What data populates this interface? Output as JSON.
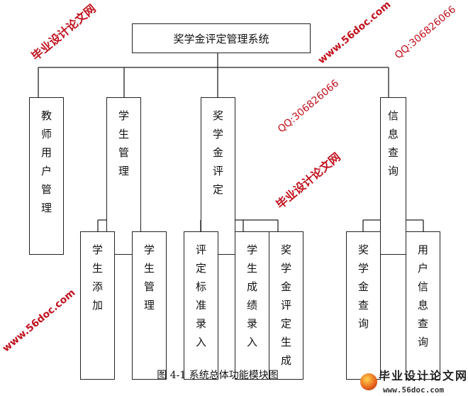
{
  "root": "奖学金评定管理系统",
  "modules": [
    {
      "label": "教师用户管理",
      "children": []
    },
    {
      "label": "学生管理",
      "children": [
        "学生添加",
        "学生管理"
      ]
    },
    {
      "label": "奖学金评定",
      "children": [
        "评定标准录入",
        "学生成绩录入",
        "奖学金评定生成"
      ]
    },
    {
      "label": "信息查询",
      "children": [
        "奖学金查询",
        "用户信息查询"
      ]
    }
  ],
  "caption": "图  4-1 系统总体功能模块图",
  "watermarks": {
    "site_name": "毕业设计论文网",
    "url": "www.56doc.com",
    "qq": "QQ:306826066"
  },
  "logo": {
    "name": "毕业设计论文网",
    "url": "www.56doc.com"
  }
}
